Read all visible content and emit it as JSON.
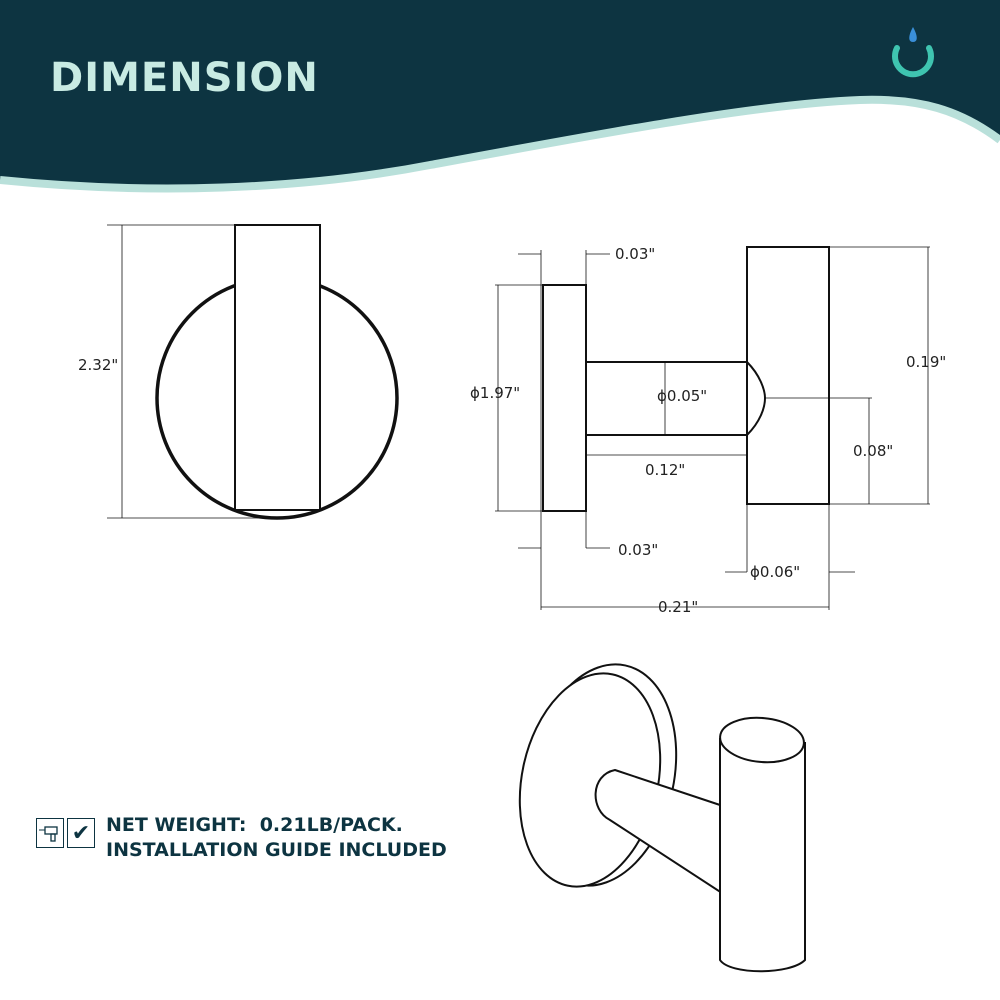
{
  "header": {
    "title": "DIMENSION",
    "logo_icon": "water-drop-power-icon",
    "bg_color": "#0d3441",
    "accent_color": "#b9e0da"
  },
  "front_view": {
    "height_label": "2.32\""
  },
  "side_view": {
    "plate_thickness_top": "0.03\"",
    "plate_diameter": "ϕ1.97\"",
    "stem_diameter": "ϕ0.05\"",
    "stem_length": "0.12\"",
    "plate_thickness_bottom": "0.03\"",
    "cylinder_height": "0.19\"",
    "cylinder_offset": "0.08\"",
    "cylinder_diameter": "ϕ0.06\"",
    "total_depth": "0.21\""
  },
  "notes": {
    "line1": "NET WEIGHT:  0.21LB/PACK.",
    "line2": "INSTALLATION GUIDE INCLUDED",
    "drill_icon": "drill-icon",
    "check_icon": "checkmark-icon"
  }
}
